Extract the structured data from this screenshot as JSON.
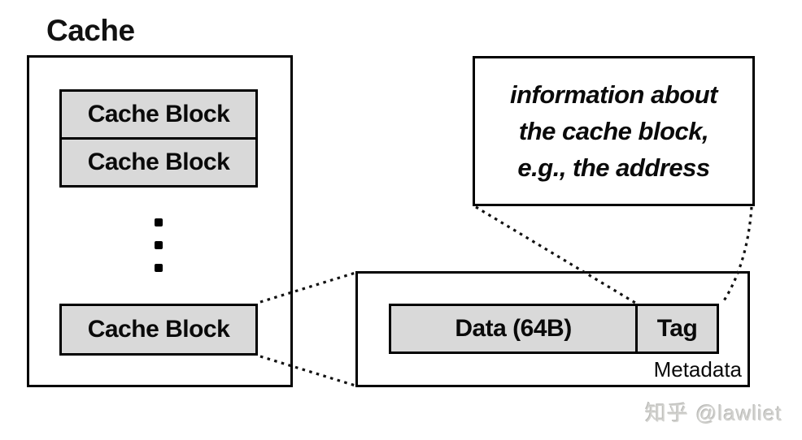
{
  "diagram": {
    "title": "Cache",
    "cache_blocks": [
      "Cache Block",
      "Cache Block",
      "Cache Block"
    ],
    "ellipsis_dot_count": 3,
    "detail": {
      "data_label": "Data (64B)",
      "tag_label": "Tag",
      "metadata_label": "Metadata"
    },
    "annotation": {
      "text": "information about the cache block, e.g., the address",
      "lines": [
        "information about",
        "the cache block,",
        "e.g., the address"
      ]
    },
    "watermark": "知乎 @lawliet",
    "colors": {
      "background": "#ffffff",
      "border": "#000000",
      "block_fill": "#d9d9d9",
      "watermark": "#d2d2cf"
    }
  }
}
